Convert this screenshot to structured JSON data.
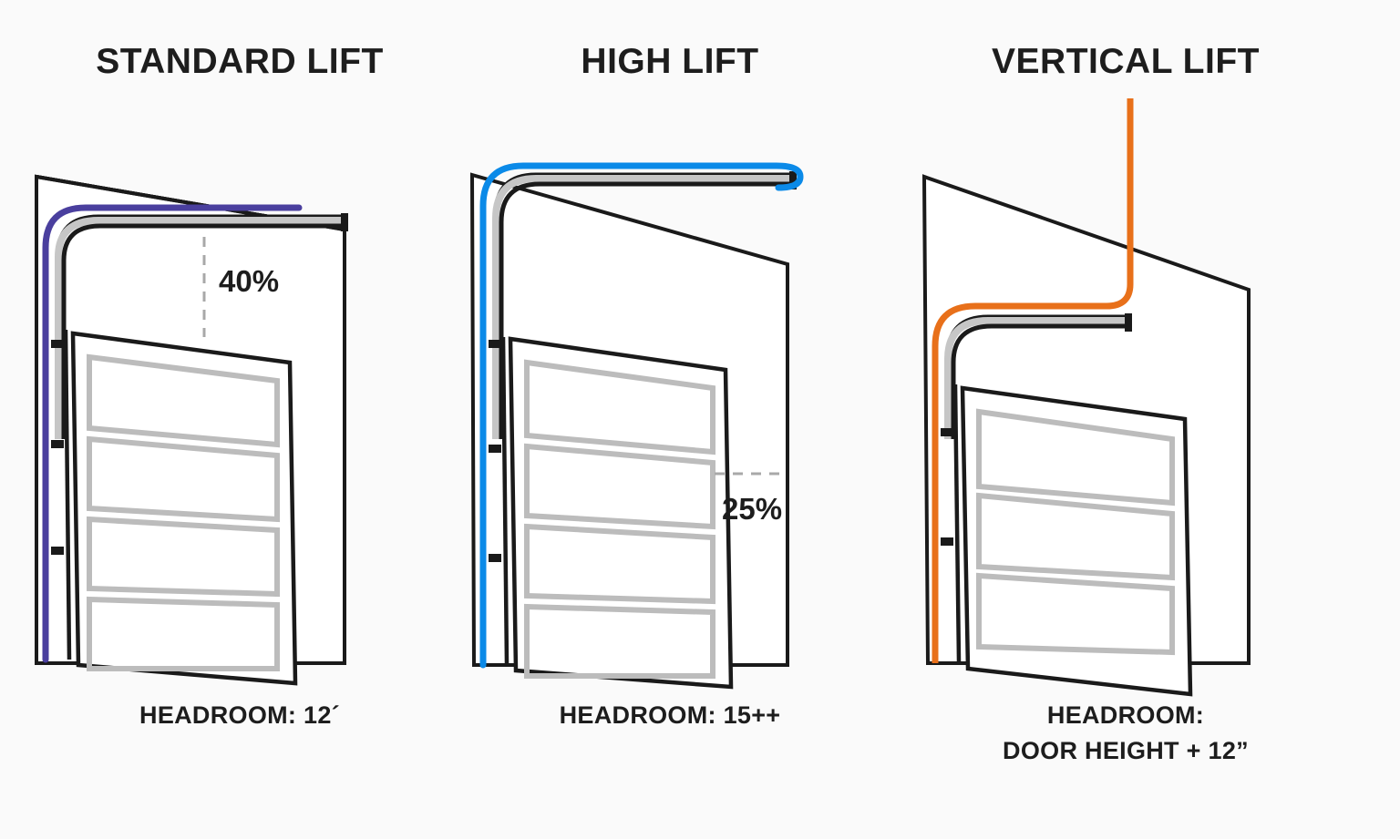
{
  "background_color": "#fafafa",
  "text_color": "#1d1d1d",
  "diagram": {
    "kind": "garage-door-lift-comparison",
    "panels": [
      {
        "id": "standard-lift",
        "title": "STANDARD LIFT",
        "caption_lines": [
          "HEADROOM: 12´"
        ],
        "track_color": "#4a3f9e",
        "track_color_name": "purple",
        "annotation": {
          "label": "40%",
          "guide": "vertical-dashed-line",
          "meaning": "door travel slope percentage"
        }
      },
      {
        "id": "high-lift",
        "title": "HIGH LIFT",
        "caption_lines": [
          "HEADROOM: 15++"
        ],
        "track_color": "#0b8ae8",
        "track_color_name": "blue",
        "annotation": {
          "label": "25%",
          "guide": "horizontal-dashed-line",
          "meaning": "door travel slope percentage"
        }
      },
      {
        "id": "vertical-lift",
        "title": "VERTICAL LIFT",
        "caption_lines": [
          "HEADROOM:",
          "DOOR HEIGHT + 12”"
        ],
        "track_color": "#e8701a",
        "track_color_name": "orange",
        "annotation": null
      }
    ],
    "shared_colors": {
      "outline": "#1a1a1a",
      "track_rail": "#c6c6c6",
      "door_panel_line": "#bcbcbc",
      "dashed_guide": "#a8a8a8",
      "fill": "#ffffff"
    },
    "door_panel_count": 4
  }
}
